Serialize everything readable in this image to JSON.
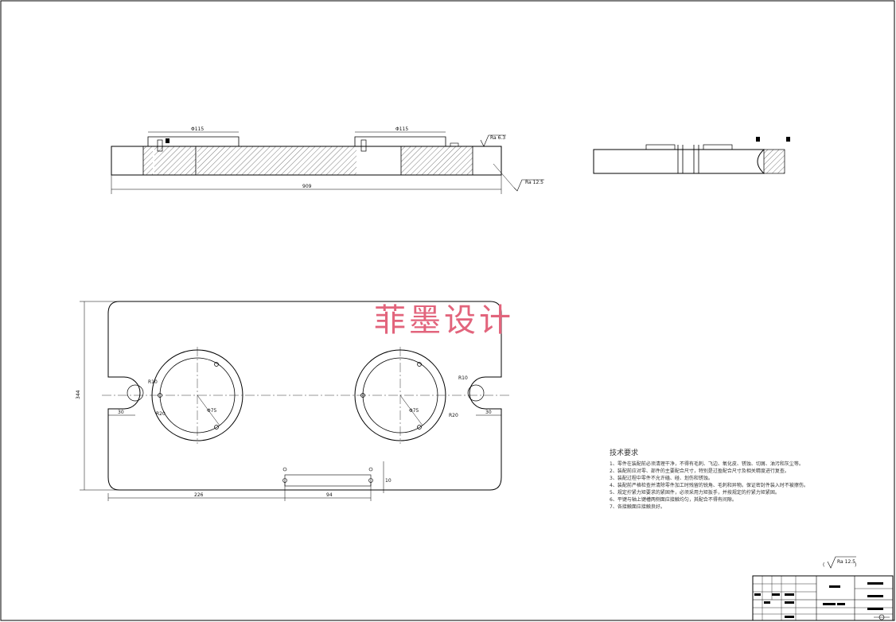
{
  "drawing": {
    "watermark": "菲墨设计",
    "dimensions": {
      "width_top": "909",
      "slot_left": "Φ115",
      "slot_right": "Φ115",
      "height_plan": "344",
      "offset_left": "30",
      "offset_right": "30",
      "hole_pos_x": "226",
      "hole_spacing": "94",
      "r_left": "R20",
      "r_right": "R20",
      "r_inner_left": "R10",
      "r_inner_right": "R10",
      "circle_left": "Φ75",
      "circle_right": "Φ75",
      "small_v": "10"
    },
    "roughness": {
      "top": "Ra 6.3",
      "side": "Ra 12.5",
      "general": "Ra 12.5"
    }
  },
  "notes": {
    "title": "技术要求",
    "items": [
      "1、零件在装配前必须清理干净，不得有毛刺、飞边、氧化皮、锈蚀、切屑、油污和灰尘等。",
      "2、装配前应对零、部件的主要配合尺寸，特别是过盈配合尺寸及相关精度进行复查。",
      "3、装配过程中零件不允许磕、碰、划伤和锈蚀。",
      "4、装配前严格检查并清除零件加工时残留的锐角、毛刺和异物。保证密封件装入时不被擦伤。",
      "5、规定拧紧力矩要求的紧固件，必须采用力矩扳手，并按规定的拧紧力矩紧固。",
      "6、平键与轴上键槽两侧面应接触均匀，其配合不得有间隙。",
      "7、各接触面应接触良好。"
    ]
  }
}
